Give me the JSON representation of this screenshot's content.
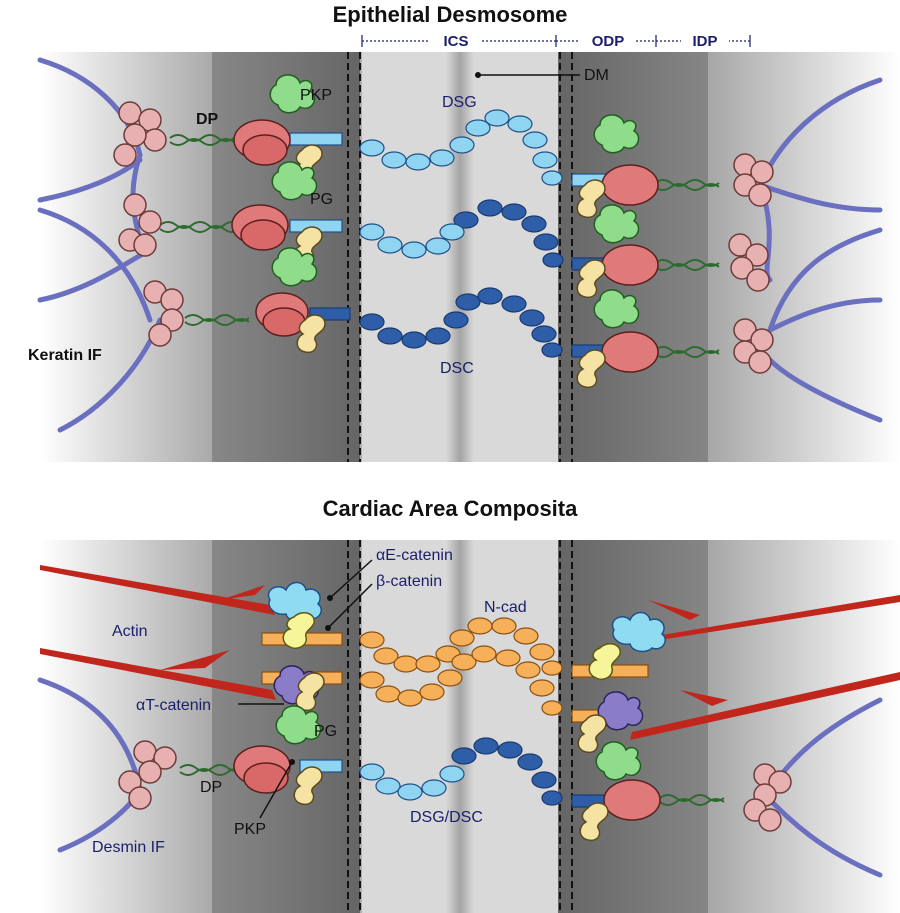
{
  "top": {
    "title": "Epithelial Desmosome",
    "zones": {
      "ics": "ICS",
      "odp": "ODP",
      "idp": "IDP"
    },
    "labels": {
      "dm": "DM",
      "dsg": "DSG",
      "dsc": "DSC",
      "dp": "DP",
      "pkp": "PKP",
      "pg": "PG",
      "keratin": "Keratin IF"
    }
  },
  "bottom": {
    "title": "Cardiac Area Composita",
    "labels": {
      "ae_catenin": "αE-catenin",
      "b_catenin": "β-catenin",
      "ncad": "N-cad",
      "actin": "Actin",
      "at_catenin": "αT-catenin",
      "pg": "PG",
      "dp": "DP",
      "pkp": "PKP",
      "dsg_dsc": "DSG/DSC",
      "desmin": "Desmin IF"
    }
  },
  "colors": {
    "dsg": "#8fd4f0",
    "dsc": "#2f5ea8",
    "pkp": "#8fdc8a",
    "pg": "#f5e3a3",
    "dp": "#e07a7a",
    "keratin_bead": "#e7b1b1",
    "ncad": "#f7b05a",
    "actin": "#c0261b",
    "ae_catenin": "#8fdcf2",
    "b_catenin": "#f6f59a",
    "at_catenin": "#8a7cc8",
    "filament": "#6a6fc0"
  }
}
